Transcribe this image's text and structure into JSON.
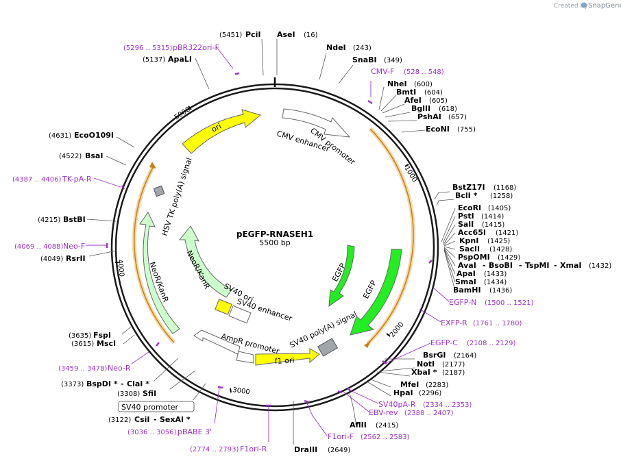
{
  "map": {
    "name": "pEGFP-RNASEH1",
    "length_label": "5500 bp",
    "total_bp": 5500,
    "credit_prefix": "Created by",
    "credit_brand": "SnapGene",
    "ruler_labels": [
      "1000",
      "2000",
      "3000",
      "4000",
      "5000"
    ]
  },
  "colors": {
    "backbone": "#1a1a1a",
    "primer": "#9b30c8",
    "ori": "#ffff00",
    "neo": "#ccffcc",
    "egfp": "#22ee22",
    "orf": "#e8a020",
    "promoter": "#ffffff",
    "polya": "#a0a6aa"
  },
  "features": {
    "cmv_enhancer": "CMV enhancer",
    "cmv_promoter": "CMV promoter",
    "ori": "ori",
    "hsv_polya": "HSV TK poly(A) signal",
    "neo_inner": "NeoR/KanR",
    "neo_outer": "NeoR/KanR",
    "sv40_ori": "SV40 ori",
    "sv40_enhancer": "SV40 enhancer",
    "ampr_promoter": "AmpR promoter",
    "f1_ori": "f1 ori",
    "sv40_polya": "SV40 poly(A) signal",
    "egfp_inner": "EGFP",
    "egfp_outer": "EGFP",
    "sv40_promoter_box": "SV40 promoter"
  },
  "sites": {
    "pcil": {
      "name": "PciI",
      "pos": "(5451)"
    },
    "asei": {
      "name": "AseI",
      "pos": "(16)"
    },
    "ndei": {
      "name": "NdeI",
      "pos": "(243)"
    },
    "snabi": {
      "name": "SnaBI",
      "pos": "(349)"
    },
    "nhei": {
      "name": "NheI",
      "pos": "(600)"
    },
    "bmti": {
      "name": "BmtI",
      "pos": "(604)"
    },
    "afei": {
      "name": "AfeI",
      "pos": "(605)"
    },
    "bglii": {
      "name": "BglII",
      "pos": "(618)"
    },
    "pshai": {
      "name": "PshAI",
      "pos": "(657)"
    },
    "econi": {
      "name": "EcoNI",
      "pos": "(755)"
    },
    "bstz17i": {
      "name": "BstZ17I",
      "pos": "(1168)"
    },
    "bcli": {
      "name": "BclI *",
      "pos": "(1258)"
    },
    "ecori": {
      "name": "EcoRI",
      "pos": "(1405)"
    },
    "psti": {
      "name": "PstI",
      "pos": "(1414)"
    },
    "sali": {
      "name": "SalI",
      "pos": "(1415)"
    },
    "acc65i": {
      "name": "Acc65I",
      "pos": "(1421)"
    },
    "kpni": {
      "name": "KpnI",
      "pos": "(1425)"
    },
    "sacii": {
      "name": "SacII",
      "pos": "(1428)"
    },
    "pspomi": {
      "name": "PspOMI",
      "pos": "(1429)"
    },
    "avai": {
      "name": "AvaI",
      "sep1": "-",
      "name2": "BsoBI",
      "sep2": "-",
      "name3": "TspMI",
      "sep3": "-",
      "name4": "XmaI",
      "pos": "(1432)"
    },
    "apai": {
      "name": "ApaI",
      "pos": "(1433)"
    },
    "smai": {
      "name": "SmaI",
      "pos": "(1434)"
    },
    "bamhi": {
      "name": "BamHI",
      "pos": "(1436)"
    },
    "bsrgi": {
      "name": "BsrGI",
      "pos": "(2164)"
    },
    "noti": {
      "name": "NotI",
      "pos": "(2177)"
    },
    "xbai": {
      "name": "XbaI *",
      "pos": "(2187)"
    },
    "mfei": {
      "name": "MfeI",
      "pos": "(2283)"
    },
    "hpai": {
      "name": "HpaI",
      "pos": "(2296)"
    },
    "aflii": {
      "name": "AflII",
      "pos": "(2415)"
    },
    "draiii": {
      "name": "DraIII",
      "pos": "(2649)"
    },
    "csii": {
      "pos": "(3122)",
      "name": "CsiI",
      "sep": "-",
      "name2": "SexAI *"
    },
    "sfii": {
      "pos": "(3308)",
      "name": "SfiI"
    },
    "bspdi": {
      "pos": "(3373)",
      "name": "BspDI *",
      "sep": "-",
      "name2": "ClaI *"
    },
    "mscl": {
      "pos": "(3615)",
      "name": "MscI"
    },
    "fspi": {
      "pos": "(3635)",
      "name": "FspI"
    },
    "rsrii": {
      "pos": "(4049)",
      "name": "RsrII"
    },
    "bstbi": {
      "pos": "(4215)",
      "name": "BstBI"
    },
    "bsai": {
      "pos": "(4522)",
      "name": "BsaI"
    },
    "eco0109i": {
      "pos": "(4631)",
      "name": "EcoO109I"
    },
    "apali": {
      "pos": "(5137)",
      "name": "ApaLI"
    }
  },
  "primers": {
    "cmv_f": {
      "name": "CMV-F",
      "pos": "(528 .. 548)"
    },
    "egfp_n": {
      "name": "EGFP-N",
      "pos": "(1500 .. 1521)"
    },
    "exfp_r": {
      "name": "EXFP-R",
      "pos": "(1761 .. 1780)"
    },
    "egfp_c": {
      "name": "EGFP-C",
      "pos": "(2108 .. 2129)"
    },
    "sv40pa_r": {
      "name": "SV40pA-R",
      "pos": "(2334 .. 2353)"
    },
    "ebv_rev": {
      "name": "EBV-rev",
      "pos": "(2388 .. 2407)"
    },
    "f1ori_f": {
      "name": "F1ori-F",
      "pos": "(2562 .. 2583)"
    },
    "f1ori_r": {
      "pos": "(2774 .. 2793)",
      "name": "F1ori-R"
    },
    "pbabe3": {
      "pos": "(3036 .. 3056)",
      "name": "pBABE 3'"
    },
    "neo_r": {
      "pos": "(3459 .. 3478)",
      "name": "Neo-R"
    },
    "neo_f": {
      "pos": "(4069 .. 4088)",
      "name": "Neo-F"
    },
    "tk_pa_r": {
      "pos": "(4387 .. 4406)",
      "name": "TK-pA-R"
    },
    "pbr322ori_f": {
      "pos": "(5296 .. 5315)",
      "name": "pBR322ori-F"
    }
  }
}
